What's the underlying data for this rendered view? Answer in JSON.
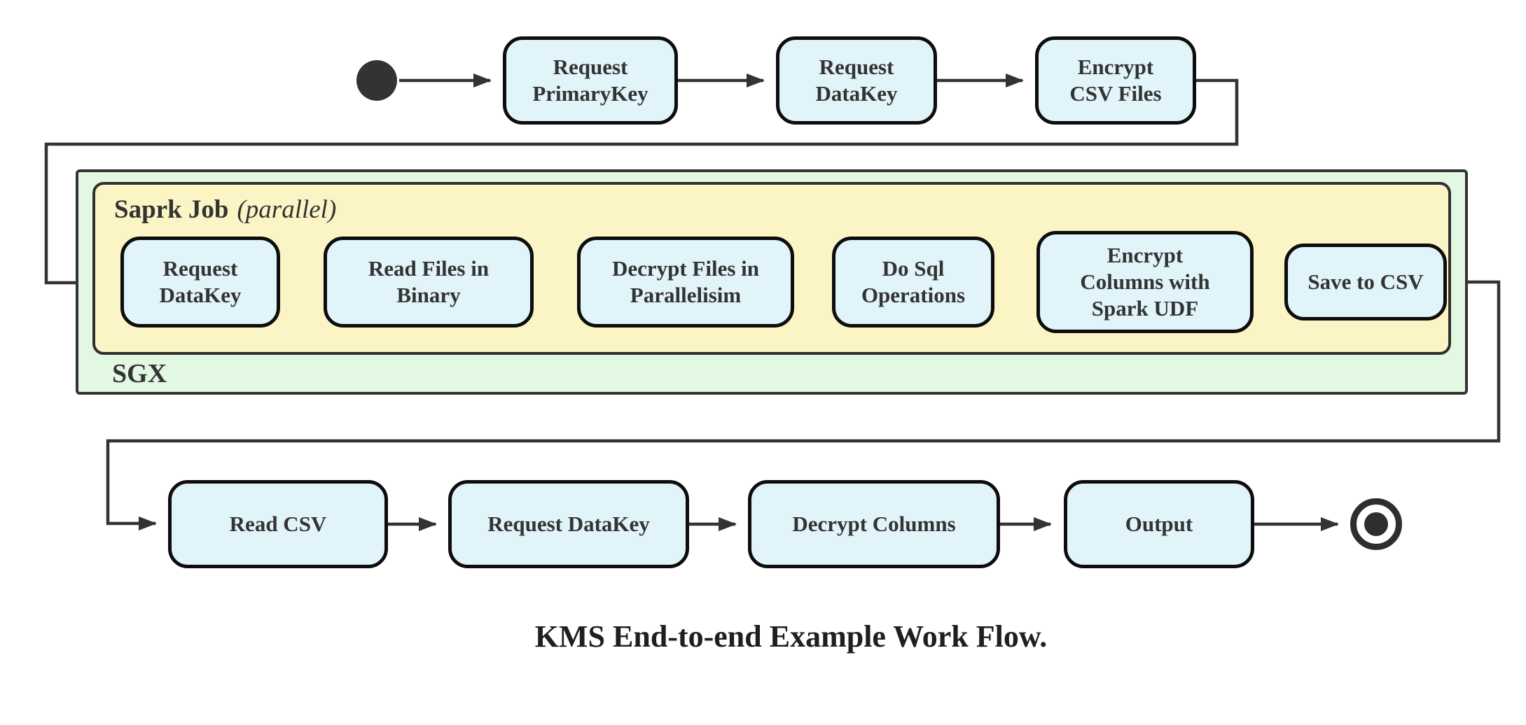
{
  "caption": "KMS End-to-end Example Work Flow.",
  "colors": {
    "background": "#ffffff",
    "node_fill": "#e0f4fa",
    "node_border": "#0d0d0d",
    "node_text": "#333333",
    "spark_container_fill": "#fbf5c6",
    "sgx_container_fill": "#e3f8e2",
    "container_border": "#333333",
    "connector": "#333333"
  },
  "containers": {
    "sgx_label": "SGX",
    "spark_label": "Saprk Job",
    "spark_label_suffix": "(parallel)"
  },
  "terminals": {
    "start": "initial-node",
    "end": "final-node"
  },
  "rows": {
    "top": [
      {
        "id": "request-primarykey",
        "label": "Request PrimaryKey"
      },
      {
        "id": "request-datakey-top",
        "label": "Request DataKey"
      },
      {
        "id": "encrypt-csv-files",
        "label": "Encrypt CSV Files"
      }
    ],
    "middle": [
      {
        "id": "request-datakey-sgx",
        "label": "Request DataKey"
      },
      {
        "id": "read-files-in-binary",
        "label": "Read Files in Binary"
      },
      {
        "id": "decrypt-files-in-parallelisim",
        "label": "Decrypt Files in Parallelisim"
      },
      {
        "id": "do-sql-operations",
        "label": "Do Sql Operations"
      },
      {
        "id": "encrypt-columns-with-spark-udf",
        "label": "Encrypt Columns with Spark UDF"
      },
      {
        "id": "save-to-csv",
        "label": "Save to CSV"
      }
    ],
    "bottom": [
      {
        "id": "read-csv",
        "label": "Read CSV"
      },
      {
        "id": "request-datakey-client",
        "label": "Request DataKey"
      },
      {
        "id": "decrypt-columns",
        "label": "Decrypt Columns"
      },
      {
        "id": "output",
        "label": "Output"
      }
    ]
  },
  "edges": [
    [
      "start",
      "Request PrimaryKey"
    ],
    [
      "Request PrimaryKey",
      "Request DataKey"
    ],
    [
      "Request DataKey",
      "Encrypt CSV Files"
    ],
    [
      "Encrypt CSV Files",
      "Request DataKey (SGX)"
    ],
    [
      "Request DataKey (SGX)",
      "Read Files in Binary"
    ],
    [
      "Read Files in Binary",
      "Decrypt Files in Parallelisim"
    ],
    [
      "Decrypt Files in Parallelisim",
      "Do Sql Operations"
    ],
    [
      "Do Sql Operations",
      "Encrypt Columns with Spark UDF"
    ],
    [
      "Encrypt Columns with Spark UDF",
      "Save to CSV"
    ],
    [
      "Save to CSV",
      "Read CSV"
    ],
    [
      "Read CSV",
      "Request DataKey (client)"
    ],
    [
      "Request DataKey (client)",
      "Decrypt Columns"
    ],
    [
      "Decrypt Columns",
      "Output"
    ],
    [
      "Output",
      "end"
    ]
  ]
}
